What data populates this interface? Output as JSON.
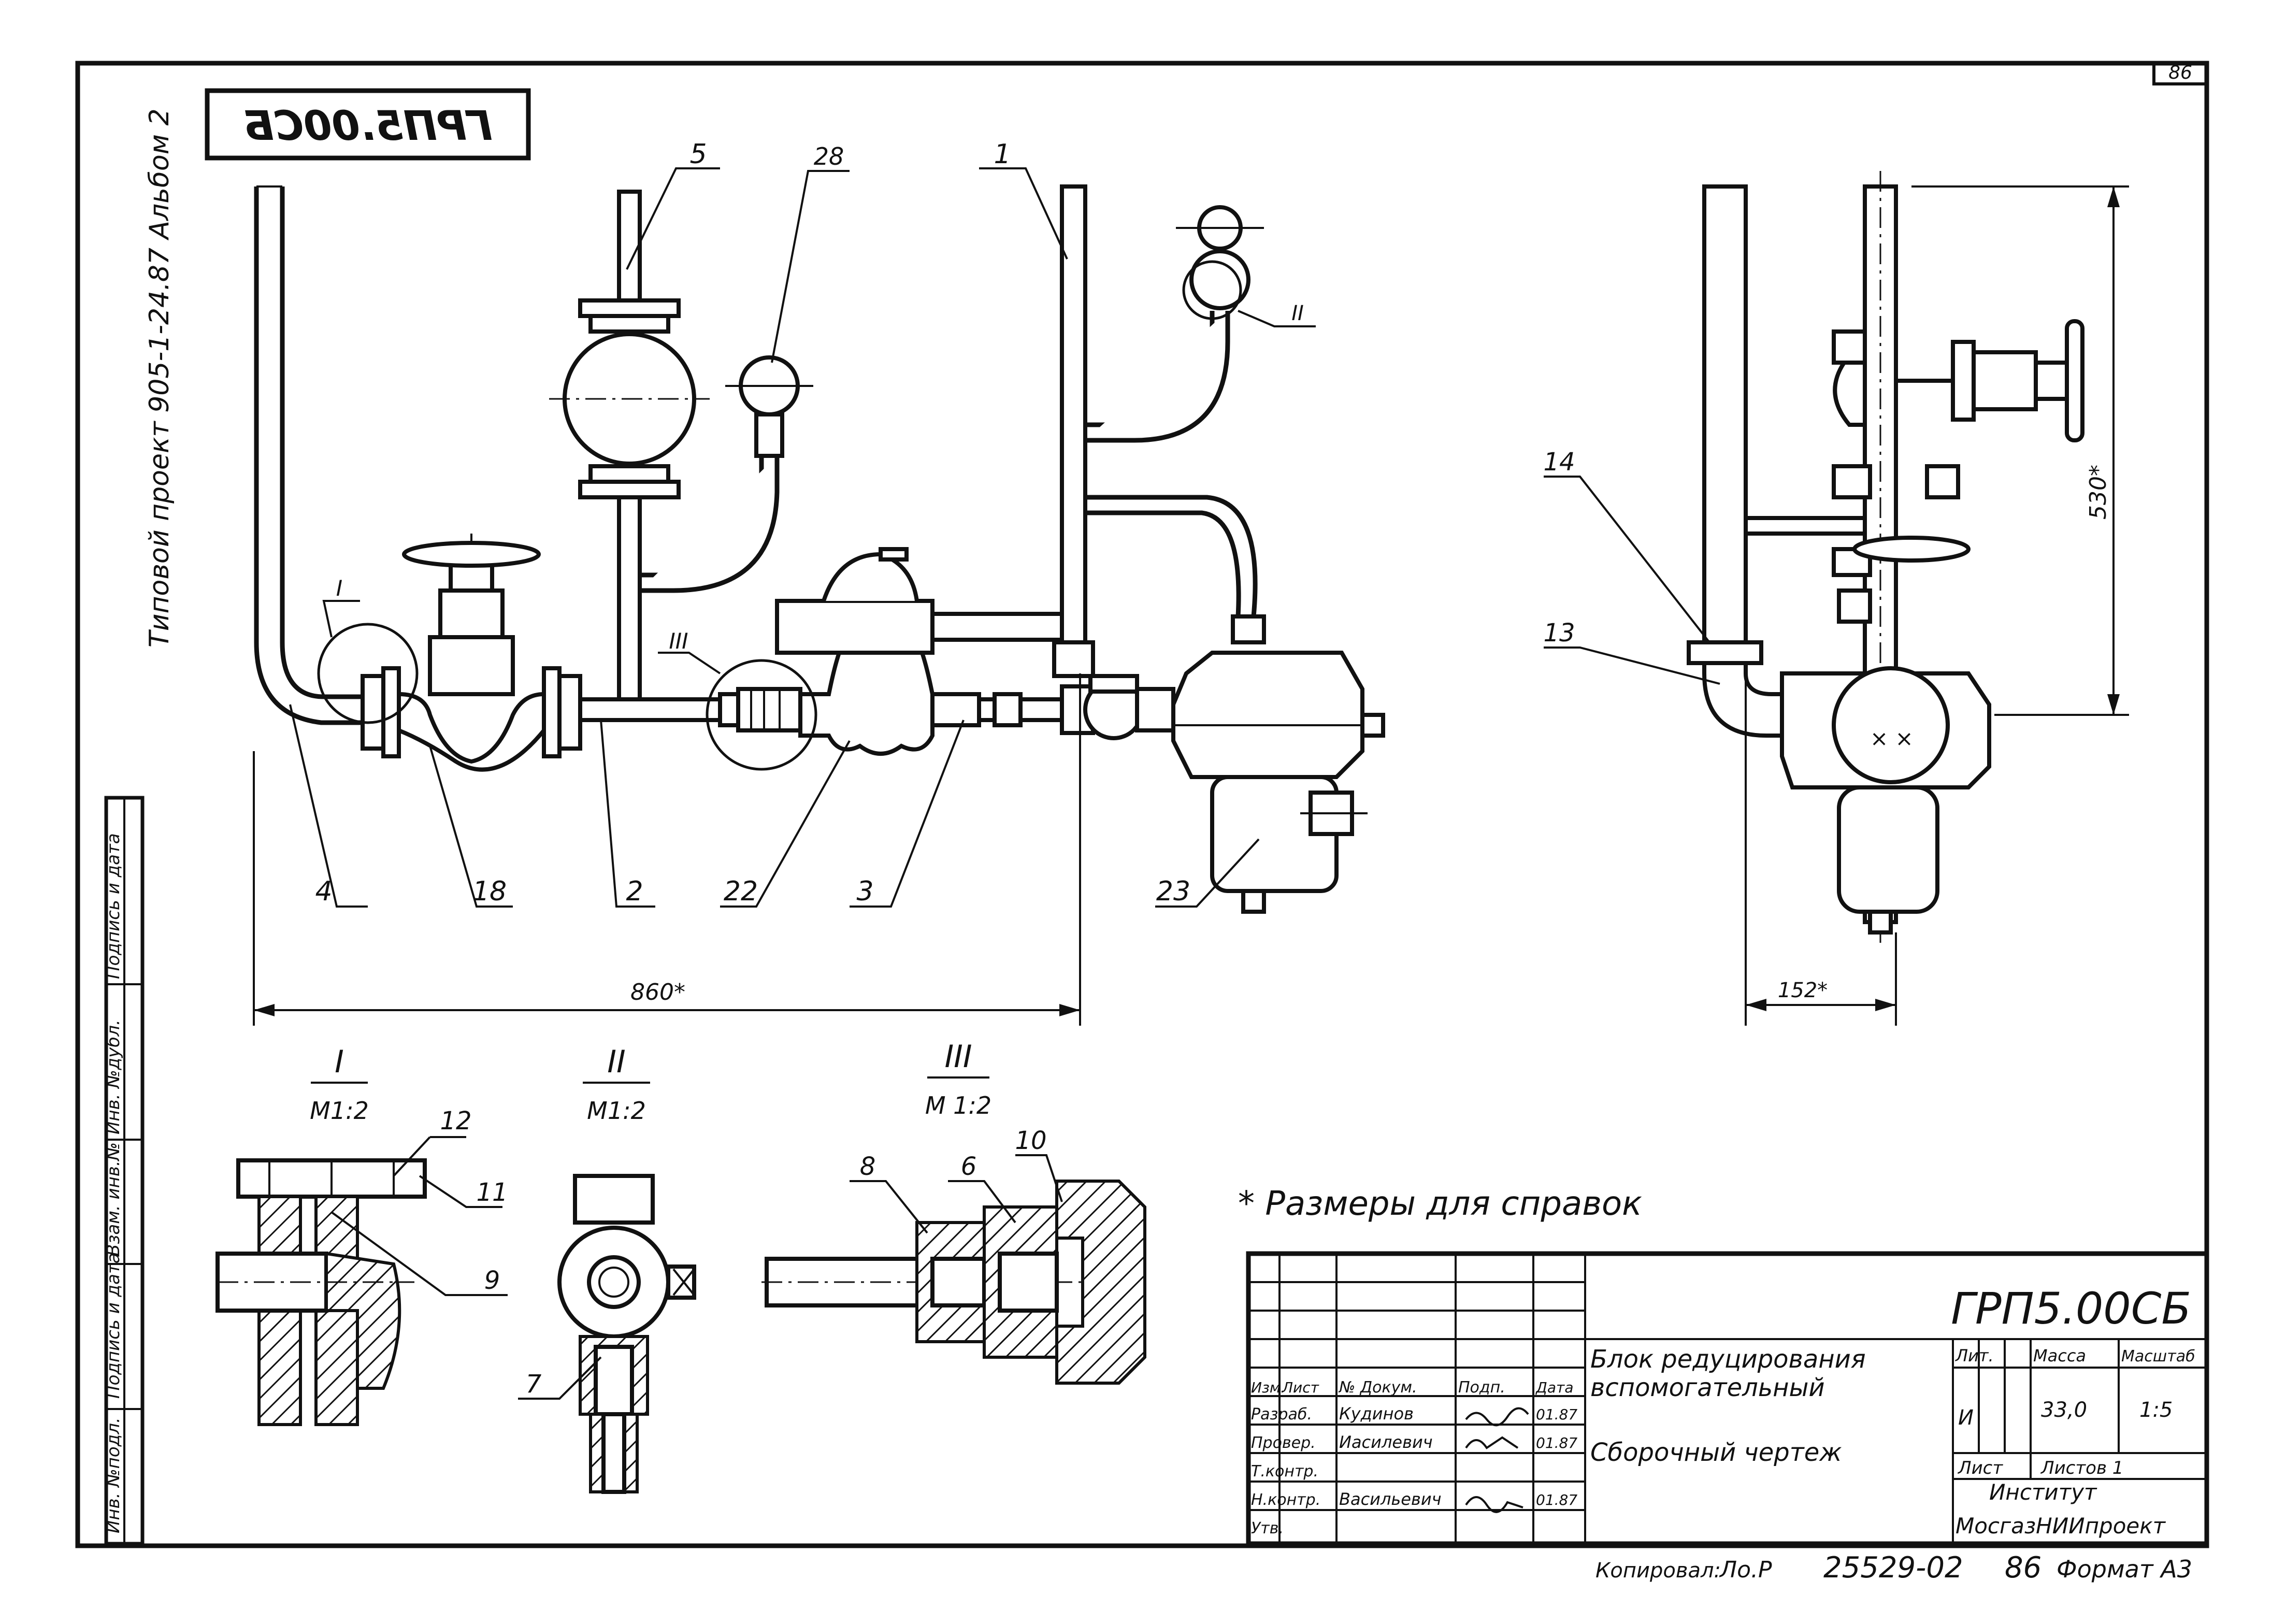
{
  "album_text": "Типовой проект 905-1-24.87 Альбом 2",
  "mirrored_code": "ГРП5.00СБ",
  "sheet_number": "86",
  "side_stamp": [
    "Инв. №подл.",
    "Подпись и дата",
    "Взам. инв.№",
    "Инв. №дубл.",
    "Подпись и дата"
  ],
  "main_view": {
    "dim_width": "860*",
    "callouts": {
      "c5": "5",
      "c28": "28",
      "c1": "1",
      "c4": "4",
      "c18": "18",
      "c2": "2",
      "c22": "22",
      "c3": "3",
      "c23": "23",
      "detail_I": "I",
      "detail_II": "II",
      "detail_III": "III"
    }
  },
  "side_view": {
    "dim_height": "530*",
    "dim_width": "152*",
    "callouts": {
      "c14": "14",
      "c13": "13"
    }
  },
  "details": {
    "d1": {
      "title": "I",
      "scale": "М1:2",
      "callouts": {
        "c12": "12",
        "c11": "11",
        "c9": "9"
      }
    },
    "d2": {
      "title": "II",
      "scale": "М1:2",
      "callouts": {
        "c7": "7"
      }
    },
    "d3": {
      "title": "III",
      "scale": "М 1:2",
      "callouts": {
        "c8": "8",
        "c6": "6",
        "c10": "10"
      }
    }
  },
  "note": "* Размеры для справок",
  "title_block": {
    "code": "ГРП5.00СБ",
    "name_line1": "Блок редуцирования",
    "name_line2": "вспомогательный",
    "doc_type": "Сборочный чертеж",
    "col_headers": [
      "Изм.",
      "Лист",
      "№ Докум.",
      "Подп.",
      "Дата"
    ],
    "roles": [
      "Разраб.",
      "Провер.",
      "Т.контр.",
      "Н.контр.",
      "Утв."
    ],
    "names": [
      "Кудинов",
      "Иасилевич",
      "",
      "Васильевич",
      ""
    ],
    "dates": [
      "01.87",
      "01.87",
      "",
      "01.87",
      ""
    ],
    "lit_header": "Лит.",
    "mass_header": "Масса",
    "scale_header": "Масштаб",
    "lit_value": "И",
    "mass_value": "33,0",
    "scale_value": "1:5",
    "sheet_label": "Лист",
    "sheets_label": "Листов 1",
    "institute_label": "Институт",
    "institute_name": "МосгазНИИпроект"
  },
  "footer": {
    "copied_label": "Копировал:",
    "copied_sign": "Ло.Р",
    "inventory": "25529-02",
    "sheet": "86",
    "format": "Формат А3"
  }
}
